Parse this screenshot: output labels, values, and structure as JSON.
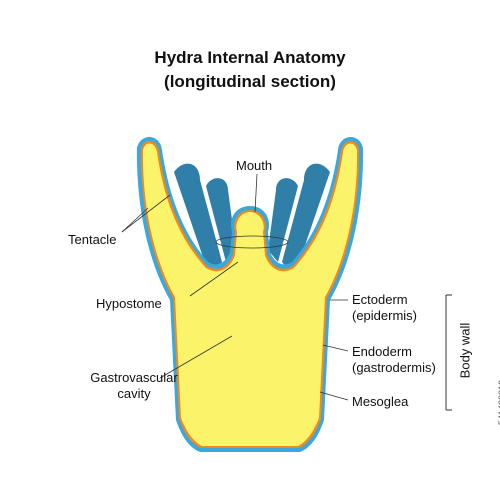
{
  "title_line1": "Hydra Internal Anatomy",
  "title_line2": "(longitudinal section)",
  "labels": {
    "mouth": "Mouth",
    "tentacle": "Tentacle",
    "hypostome": "Hypostome",
    "gastrovascular_line1": "Gastrovascular",
    "gastrovascular_line2": "cavity",
    "ectoderm_line1": "Ectoderm",
    "ectoderm_line2": "(epidermis)",
    "endoderm_line1": "Endoderm",
    "endoderm_line2": "(gastrodermis)",
    "mesoglea": "Mesoglea",
    "body_wall": "Body wall"
  },
  "watermark": "541486810",
  "colors": {
    "ectoderm": "#3aa7dd",
    "endoderm": "#f08a1c",
    "cavity": "#fbf46a",
    "tentacle_back": "#2f7fa8",
    "line": "#333333"
  }
}
